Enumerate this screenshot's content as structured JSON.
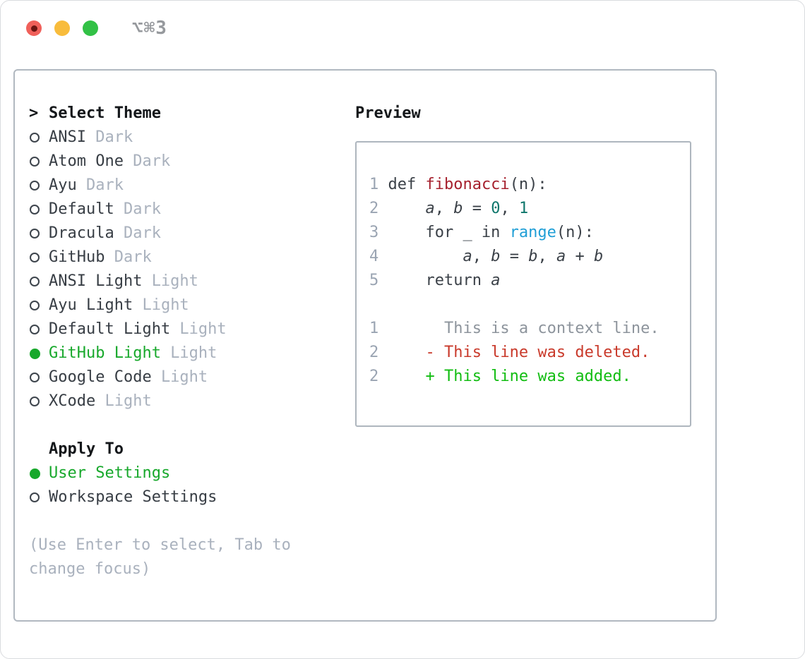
{
  "window": {
    "title": "⌥⌘3",
    "traffic_lights": [
      "close",
      "minimize",
      "zoom"
    ]
  },
  "theme_picker": {
    "prompt": ">",
    "title": "Select Theme",
    "themes": [
      {
        "name": "ANSI",
        "variant": "Dark",
        "selected": false
      },
      {
        "name": "Atom One",
        "variant": "Dark",
        "selected": false
      },
      {
        "name": "Ayu",
        "variant": "Dark",
        "selected": false
      },
      {
        "name": "Default",
        "variant": "Dark",
        "selected": false
      },
      {
        "name": "Dracula",
        "variant": "Dark",
        "selected": false
      },
      {
        "name": "GitHub",
        "variant": "Dark",
        "selected": false
      },
      {
        "name": "ANSI Light",
        "variant": "Light",
        "selected": false
      },
      {
        "name": "Ayu Light",
        "variant": "Light",
        "selected": false
      },
      {
        "name": "Default Light",
        "variant": "Light",
        "selected": false
      },
      {
        "name": "GitHub Light",
        "variant": "Light",
        "selected": true
      },
      {
        "name": "Google Code",
        "variant": "Light",
        "selected": false
      },
      {
        "name": "XCode",
        "variant": "Light",
        "selected": false
      }
    ],
    "apply_to": {
      "title": "Apply To",
      "options": [
        {
          "name": "User Settings",
          "selected": true
        },
        {
          "name": "Workspace Settings",
          "selected": false
        }
      ]
    },
    "hint": "(Use Enter to select, Tab to change focus)"
  },
  "preview": {
    "title": "Preview",
    "code_lines": [
      {
        "num": "1",
        "segments": [
          {
            "style": "plain",
            "text": "def "
          },
          {
            "style": "func",
            "text": "fibonacci"
          },
          {
            "style": "plain",
            "text": "(n):"
          }
        ]
      },
      {
        "num": "2",
        "segments": [
          {
            "style": "plain",
            "text": "    "
          },
          {
            "style": "variable",
            "text": "a"
          },
          {
            "style": "plain",
            "text": ", "
          },
          {
            "style": "variable",
            "text": "b"
          },
          {
            "style": "plain",
            "text": " = "
          },
          {
            "style": "number",
            "text": "0"
          },
          {
            "style": "plain",
            "text": ", "
          },
          {
            "style": "number",
            "text": "1"
          }
        ]
      },
      {
        "num": "3",
        "segments": [
          {
            "style": "plain",
            "text": "    for _ in "
          },
          {
            "style": "builtin",
            "text": "range"
          },
          {
            "style": "plain",
            "text": "(n):"
          }
        ]
      },
      {
        "num": "4",
        "segments": [
          {
            "style": "plain",
            "text": "        "
          },
          {
            "style": "variable",
            "text": "a"
          },
          {
            "style": "plain",
            "text": ", "
          },
          {
            "style": "variable",
            "text": "b"
          },
          {
            "style": "plain",
            "text": " = "
          },
          {
            "style": "variable",
            "text": "b"
          },
          {
            "style": "plain",
            "text": ", "
          },
          {
            "style": "variable",
            "text": "a"
          },
          {
            "style": "plain",
            "text": " + "
          },
          {
            "style": "variable",
            "text": "b"
          }
        ]
      },
      {
        "num": "5",
        "segments": [
          {
            "style": "plain",
            "text": "    return "
          },
          {
            "style": "variable",
            "text": "a"
          }
        ]
      }
    ],
    "diff_lines": [
      {
        "num": "1",
        "marker": " ",
        "text": "This is a context line.",
        "kind": "context"
      },
      {
        "num": "2",
        "marker": "-",
        "text": "This line was deleted.",
        "kind": "deleted"
      },
      {
        "num": "2",
        "marker": "+",
        "text": "This line was added.",
        "kind": "added"
      }
    ]
  },
  "colors": {
    "accent_green": "#17a82b",
    "diff_added_green": "#12bd12",
    "diff_deleted_red": "#c93a2b",
    "function_red": "#a6212e",
    "number_teal": "#0d766b",
    "builtin_blue": "#1f9ed6",
    "muted_gray": "#a9b1bd",
    "text_dark": "#373d44",
    "traffic_red": "#f0605a",
    "traffic_yellow": "#f8bc3c",
    "traffic_green": "#32c146"
  }
}
